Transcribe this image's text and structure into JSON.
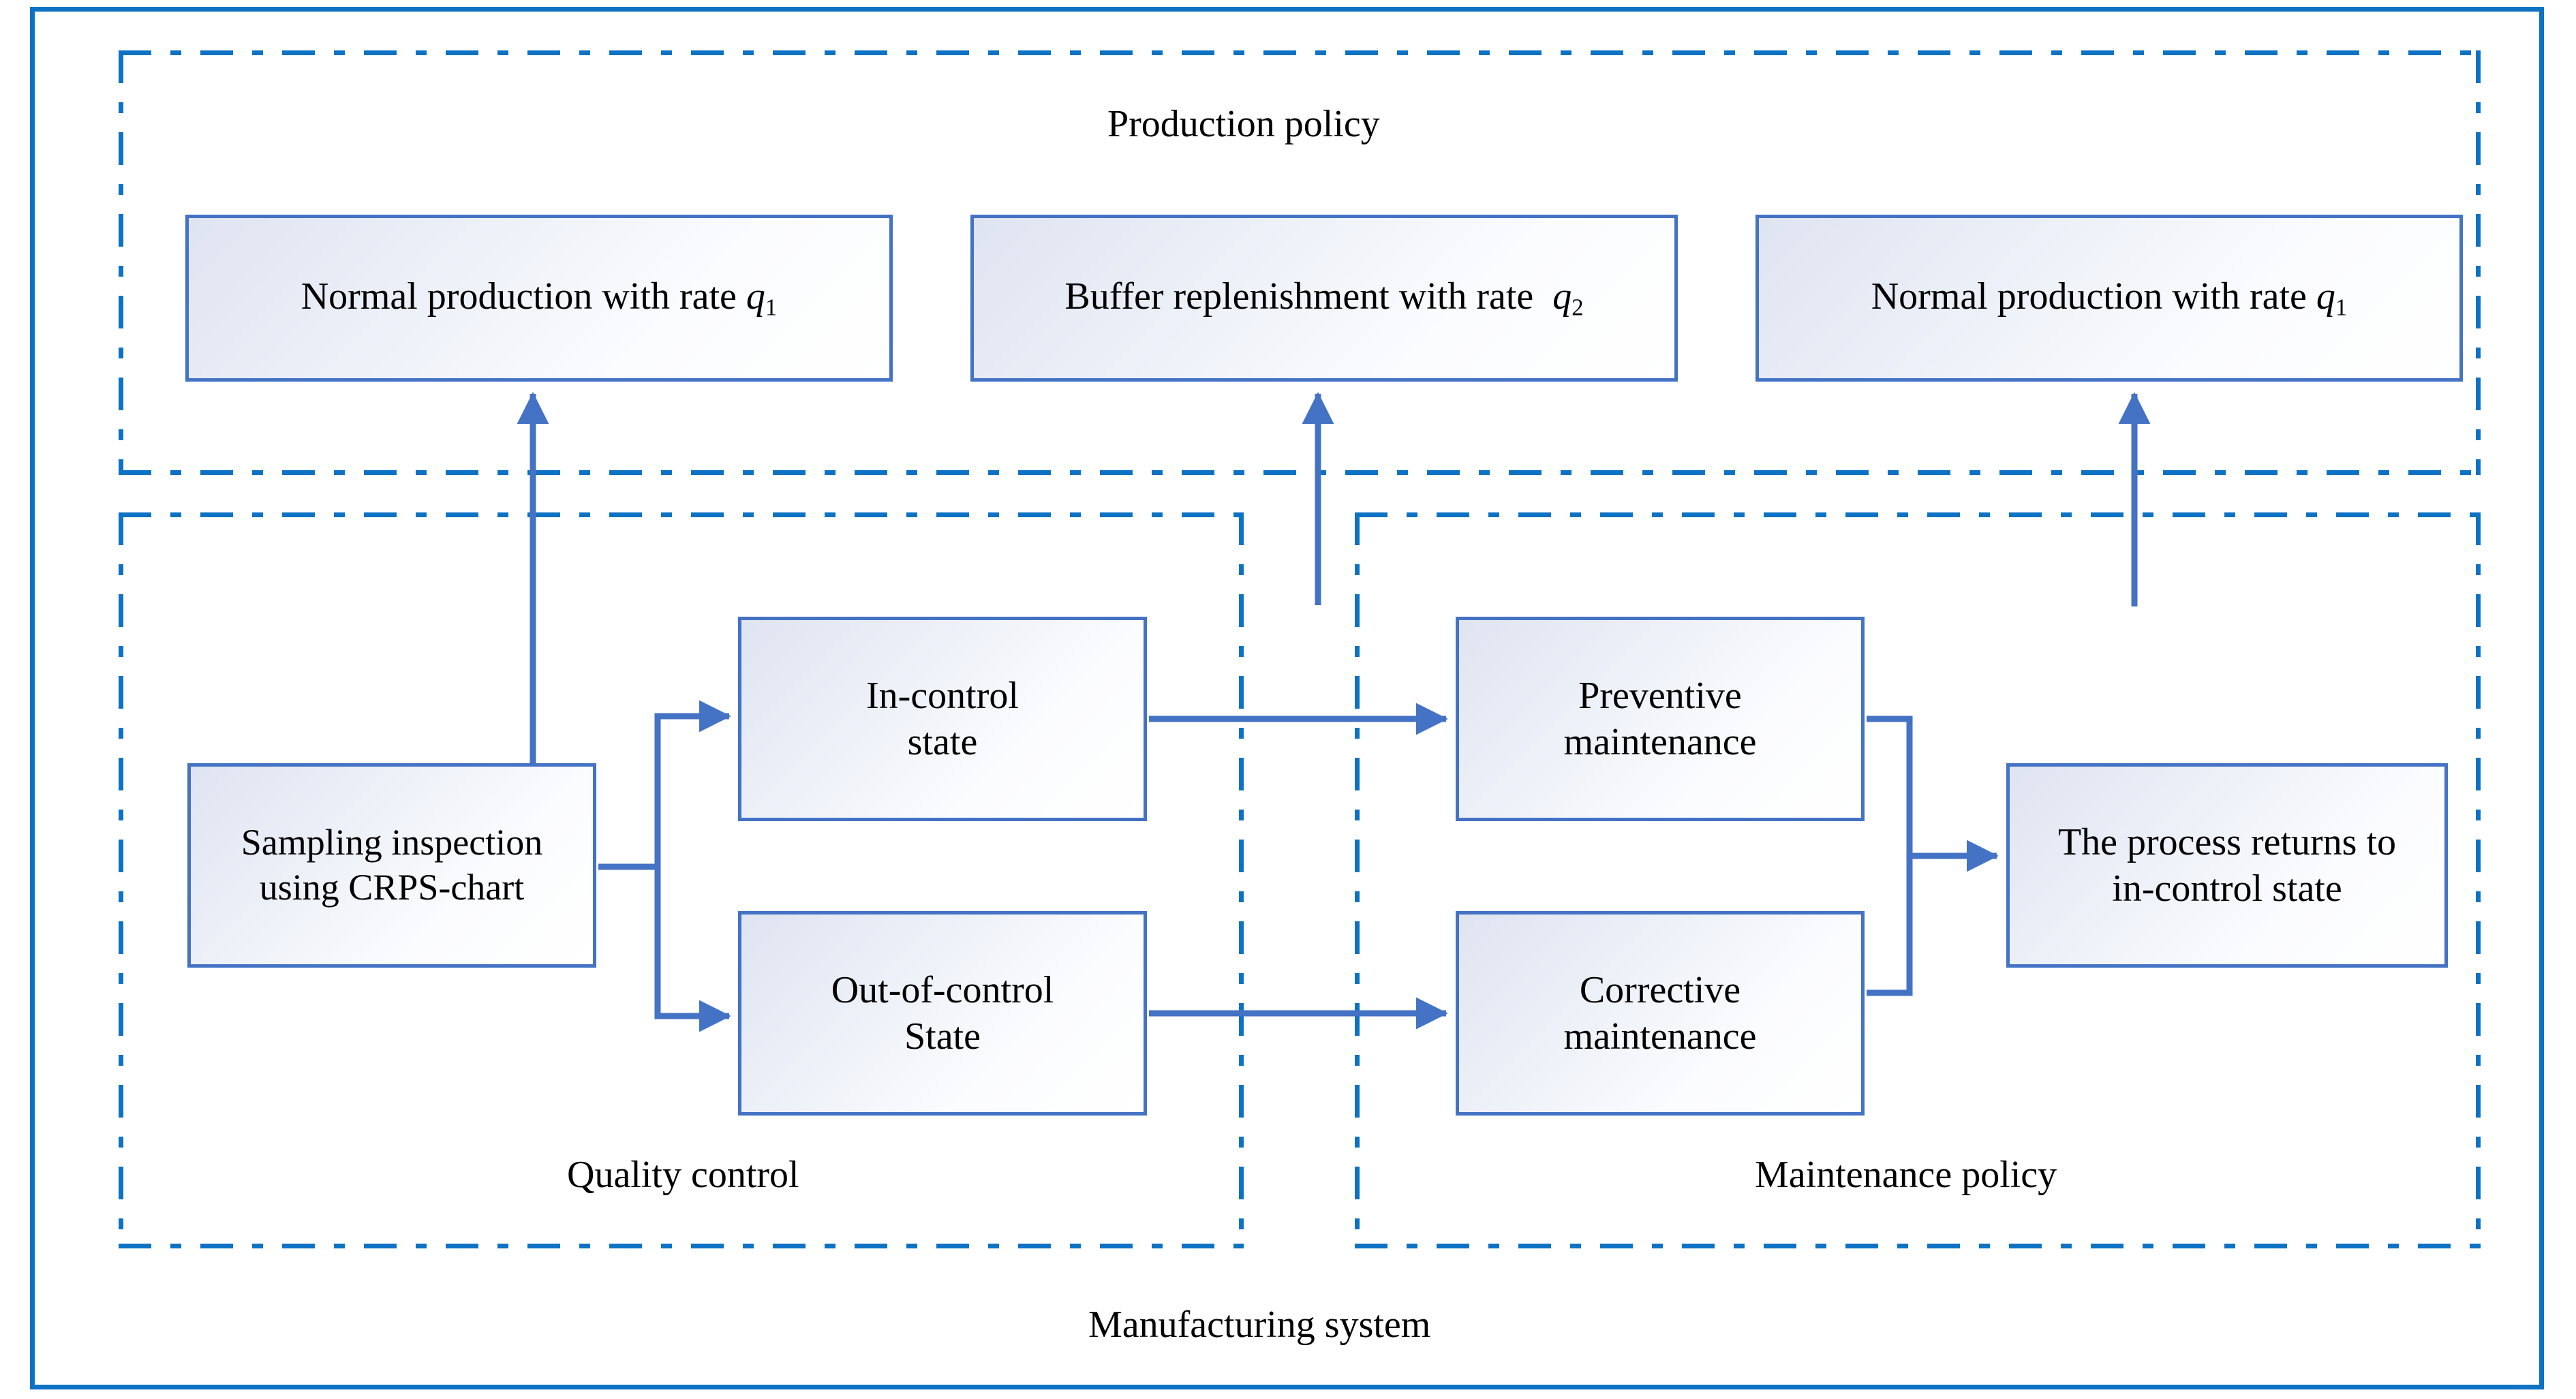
{
  "diagram": {
    "title": "Manufacturing system",
    "colors": {
      "outer_frame": "#0d72c4",
      "group_border": "#0d72c4",
      "box_border": "#4472c4",
      "connector": "#4472c4",
      "box_fill_start": "#dfe4f1",
      "box_fill_end": "#ffffff"
    }
  },
  "groups": {
    "production_policy": {
      "label": "Production policy"
    },
    "quality_control": {
      "label": "Quality control"
    },
    "maintenance_policy": {
      "label": "Maintenance policy"
    },
    "manufacturing_system": {
      "label": "Manufacturing system"
    }
  },
  "boxes": {
    "normal_production_left": {
      "text": "Normal production with rate",
      "symbol": "q",
      "subscript": "1"
    },
    "buffer_replenishment": {
      "text": "Buffer replenishment with rate",
      "symbol": "q",
      "subscript": "2"
    },
    "normal_production_right": {
      "text": "Normal production with rate",
      "symbol": "q",
      "subscript": "1"
    },
    "sampling_inspection": {
      "line1": "Sampling inspection",
      "line2": "using CRPS-chart"
    },
    "in_control_state": {
      "line1": "In-control",
      "line2": "state"
    },
    "out_of_control_state": {
      "line1": "Out-of-control",
      "line2": "State"
    },
    "preventive_maintenance": {
      "line1": "Preventive",
      "line2": "maintenance"
    },
    "corrective_maintenance": {
      "line1": "Corrective",
      "line2": "maintenance"
    },
    "process_returns": {
      "line1": "The process returns to",
      "line2": "in-control state"
    }
  },
  "chart_data": {
    "type": "diagram",
    "title": "Manufacturing system",
    "nodes": [
      {
        "id": "normal_production_left",
        "label": "Normal production with rate q1",
        "group": "Production policy"
      },
      {
        "id": "buffer_replenishment",
        "label": "Buffer replenishment with rate q2",
        "group": "Production policy"
      },
      {
        "id": "normal_production_right",
        "label": "Normal production with rate q1",
        "group": "Production policy"
      },
      {
        "id": "sampling_inspection",
        "label": "Sampling inspection using CRPS-chart",
        "group": "Quality control"
      },
      {
        "id": "in_control_state",
        "label": "In-control state",
        "group": "Quality control"
      },
      {
        "id": "out_of_control_state",
        "label": "Out-of-control State",
        "group": "Quality control"
      },
      {
        "id": "preventive_maintenance",
        "label": "Preventive maintenance",
        "group": "Maintenance policy"
      },
      {
        "id": "corrective_maintenance",
        "label": "Corrective maintenance",
        "group": "Maintenance policy"
      },
      {
        "id": "process_returns",
        "label": "The process returns to in-control state",
        "group": "Maintenance policy"
      }
    ],
    "edges": [
      {
        "from": "sampling_inspection",
        "to": "in_control_state"
      },
      {
        "from": "sampling_inspection",
        "to": "out_of_control_state"
      },
      {
        "from": "in_control_state",
        "to": "preventive_maintenance"
      },
      {
        "from": "out_of_control_state",
        "to": "corrective_maintenance"
      },
      {
        "from": "preventive_maintenance",
        "to": "process_returns"
      },
      {
        "from": "corrective_maintenance",
        "to": "process_returns"
      },
      {
        "from": "in_control_state",
        "to": "normal_production_left"
      },
      {
        "from": "out_of_control_state",
        "to": "buffer_replenishment"
      },
      {
        "from": "process_returns",
        "to": "normal_production_right"
      }
    ]
  }
}
